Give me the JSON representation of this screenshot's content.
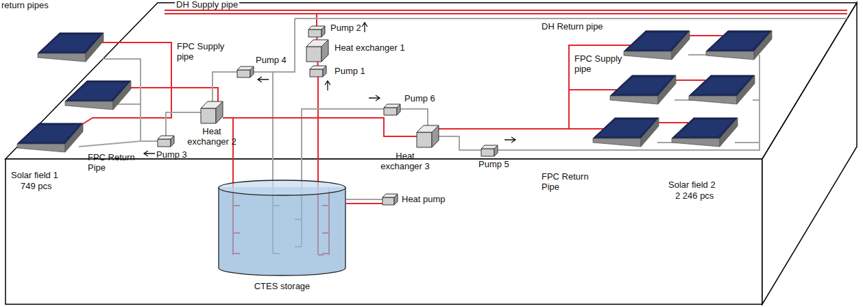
{
  "diagram": {
    "nodes": [
      {
        "text": [
          "Pump 2"
        ]
      },
      {
        "text": [
          "Heat exchanger 1"
        ]
      },
      {
        "text": [
          "Pump 1"
        ]
      },
      {
        "text": [
          "Pump 4"
        ]
      },
      {
        "text": [
          "Heat exchanger 2"
        ]
      },
      {
        "text": [
          "Pump 3"
        ]
      },
      {
        "text": [
          "Pump 6"
        ]
      },
      {
        "text": [
          "Heat exchanger 3"
        ]
      },
      {
        "text": [
          "Pump 5"
        ]
      },
      {
        "text": [
          "CTES storage"
        ]
      },
      {
        "text": [
          "Heat pump"
        ]
      }
    ],
    "edges": [
      {
        "from": 0,
        "to": 1,
        "arrow": "none"
      },
      {
        "from": 1,
        "to": 2,
        "arrow": "none"
      },
      {
        "from": 2,
        "to": 9,
        "arrow": "none"
      },
      {
        "from": 3,
        "to": 4,
        "arrow": "none"
      },
      {
        "from": 3,
        "to": 9,
        "arrow": "none"
      },
      {
        "from": 4,
        "to": 5,
        "arrow": "none"
      },
      {
        "from": 6,
        "to": 9,
        "arrow": "none"
      },
      {
        "from": 6,
        "to": 7,
        "arrow": "none"
      },
      {
        "from": 7,
        "to": 8,
        "arrow": "none"
      },
      {
        "from": 9,
        "to": 10,
        "arrow": "none"
      },
      {
        "from": 4,
        "to": 7,
        "arrow": "none"
      }
    ],
    "labels": [
      "return pipes",
      "DH Supply pipe",
      "DH Return pipe",
      "FPC Supply pipe",
      "FPC Return Pipe",
      "Solar field 1",
      "749 pcs",
      "FPC Supply pipe",
      "FPC Return Pipe",
      "Solar field 2",
      "2 246 pcs"
    ]
  }
}
